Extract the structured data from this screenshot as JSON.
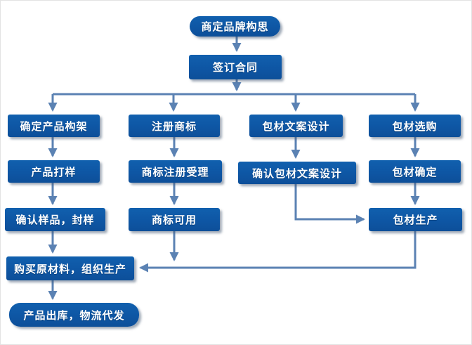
{
  "diagram": {
    "type": "flowchart",
    "background_color": "#ffffff",
    "node_color": "#0e56a4",
    "connector_color": "#5b82b3",
    "text_color": "#ffffff"
  },
  "nodes": [
    {
      "id": "brand-concept",
      "label": "商定品牌构思",
      "shape": "rounded"
    },
    {
      "id": "sign-contract",
      "label": "签订合同",
      "shape": "rect"
    },
    {
      "id": "define-product-framework",
      "label": "确定产品构架",
      "shape": "rect"
    },
    {
      "id": "register-trademark",
      "label": "注册商标",
      "shape": "rect"
    },
    {
      "id": "packaging-copy-design",
      "label": "包材文案设计",
      "shape": "rect"
    },
    {
      "id": "packaging-sourcing",
      "label": "包材选购",
      "shape": "rect"
    },
    {
      "id": "product-sampling",
      "label": "产品打样",
      "shape": "rect"
    },
    {
      "id": "trademark-registration-accept",
      "label": "商标注册受理",
      "shape": "rect"
    },
    {
      "id": "confirm-packaging-copy",
      "label": "确认包材文案设计",
      "shape": "rect"
    },
    {
      "id": "packaging-confirmed",
      "label": "包材确定",
      "shape": "rect"
    },
    {
      "id": "confirm-sample-seal",
      "label": "确认样品，封样",
      "shape": "rect"
    },
    {
      "id": "trademark-usable",
      "label": "商标可用",
      "shape": "rect"
    },
    {
      "id": "packaging-production",
      "label": "包材生产",
      "shape": "rect"
    },
    {
      "id": "purchase-materials-production",
      "label": "购买原材料，组织生产",
      "shape": "rect"
    },
    {
      "id": "product-shipment",
      "label": "产品出库，物流代发",
      "shape": "rounded"
    }
  ],
  "edges": [
    {
      "from": "brand-concept",
      "to": "sign-contract"
    },
    {
      "from": "sign-contract",
      "to": "define-product-framework"
    },
    {
      "from": "sign-contract",
      "to": "register-trademark"
    },
    {
      "from": "sign-contract",
      "to": "packaging-copy-design"
    },
    {
      "from": "sign-contract",
      "to": "packaging-sourcing"
    },
    {
      "from": "define-product-framework",
      "to": "product-sampling"
    },
    {
      "from": "product-sampling",
      "to": "confirm-sample-seal"
    },
    {
      "from": "confirm-sample-seal",
      "to": "purchase-materials-production"
    },
    {
      "from": "purchase-materials-production",
      "to": "product-shipment"
    },
    {
      "from": "register-trademark",
      "to": "trademark-registration-accept"
    },
    {
      "from": "trademark-registration-accept",
      "to": "trademark-usable"
    },
    {
      "from": "trademark-usable",
      "to": "purchase-materials-production"
    },
    {
      "from": "packaging-copy-design",
      "to": "confirm-packaging-copy"
    },
    {
      "from": "confirm-packaging-copy",
      "to": "packaging-production"
    },
    {
      "from": "packaging-sourcing",
      "to": "packaging-confirmed"
    },
    {
      "from": "packaging-confirmed",
      "to": "packaging-production"
    },
    {
      "from": "packaging-production",
      "to": "purchase-materials-production"
    }
  ]
}
